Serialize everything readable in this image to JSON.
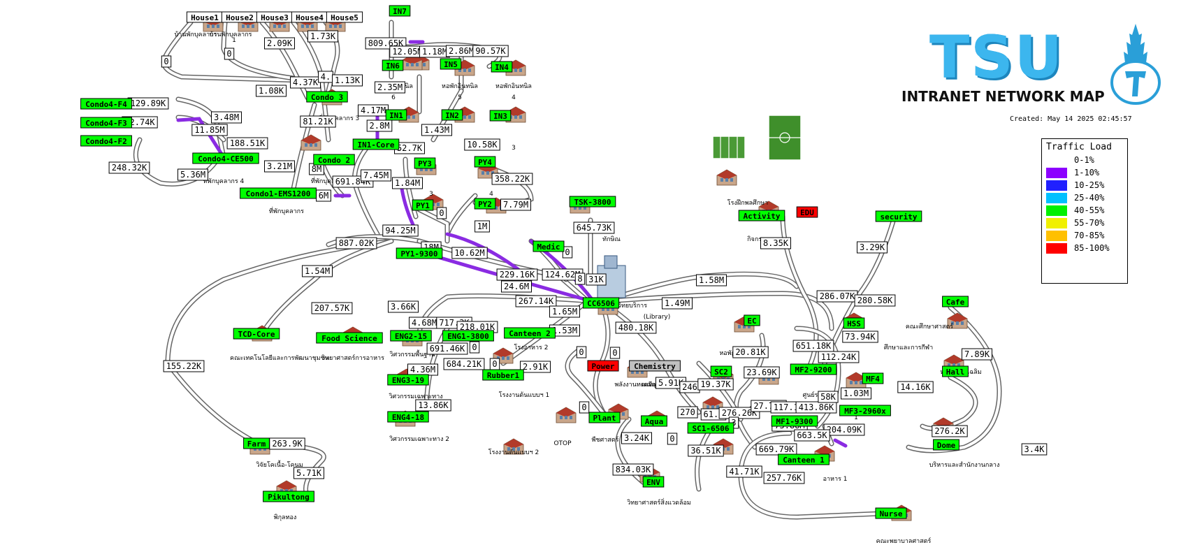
{
  "header": {
    "title": "TSU",
    "subtitle": "INTRANET NETWORK MAP",
    "created": "Created: May 14 2025 02:45:57"
  },
  "legend": {
    "title": "Traffic Load",
    "items": [
      {
        "label": "0-1%",
        "color": "#ffffff"
      },
      {
        "label": "1-10%",
        "color": "#8c00ff"
      },
      {
        "label": "10-25%",
        "color": "#2020ff"
      },
      {
        "label": "25-40%",
        "color": "#00c0ff"
      },
      {
        "label": "40-55%",
        "color": "#00f000"
      },
      {
        "label": "55-70%",
        "color": "#f0f000"
      },
      {
        "label": "70-85%",
        "color": "#ffc000"
      },
      {
        "label": "85-100%",
        "color": "#ff0000"
      }
    ]
  },
  "node_colors": {
    "ok": "#00ff00",
    "down": "#ff0000",
    "unknown": "#c0c0c0",
    "plain": "#ffffff"
  },
  "nodes": [
    {
      "label": "House1",
      "status": "plain"
    },
    {
      "label": "House2",
      "status": "plain"
    },
    {
      "label": "House3",
      "status": "plain"
    },
    {
      "label": "House4",
      "status": "plain"
    },
    {
      "label": "House5",
      "status": "plain"
    },
    {
      "label": "IN7",
      "status": "ok"
    },
    {
      "label": "IN6",
      "status": "ok"
    },
    {
      "label": "IN5",
      "status": "ok"
    },
    {
      "label": "IN4",
      "status": "ok"
    },
    {
      "label": "IN1",
      "status": "ok"
    },
    {
      "label": "IN2",
      "status": "ok"
    },
    {
      "label": "IN3",
      "status": "ok"
    },
    {
      "label": "IN1-Core",
      "status": "ok"
    },
    {
      "label": "Condo4-F4",
      "status": "ok"
    },
    {
      "label": "Condo4-F3",
      "status": "ok"
    },
    {
      "label": "Condo4-F2",
      "status": "ok"
    },
    {
      "label": "Condo4-CE500",
      "status": "ok"
    },
    {
      "label": "Condo 3",
      "status": "ok"
    },
    {
      "label": "Condo 2",
      "status": "ok"
    },
    {
      "label": "Condo1-EMS1200",
      "status": "ok"
    },
    {
      "label": "PY3",
      "status": "ok"
    },
    {
      "label": "PY4",
      "status": "ok"
    },
    {
      "label": "PY1",
      "status": "ok"
    },
    {
      "label": "PY2",
      "status": "ok"
    },
    {
      "label": "PY1-9300",
      "status": "ok"
    },
    {
      "label": "TSK-3800",
      "status": "ok"
    },
    {
      "label": "Medic",
      "status": "ok"
    },
    {
      "label": "CC6506",
      "status": "ok"
    },
    {
      "label": "Activity",
      "status": "ok"
    },
    {
      "label": "EDU",
      "status": "down"
    },
    {
      "label": "security",
      "status": "ok"
    },
    {
      "label": "TCD-Core",
      "status": "ok"
    },
    {
      "label": "Food Science",
      "status": "ok"
    },
    {
      "label": "ENG2-15",
      "status": "ok"
    },
    {
      "label": "ENG1-3800",
      "status": "ok"
    },
    {
      "label": "Canteen 2",
      "status": "ok"
    },
    {
      "label": "ENG3-19",
      "status": "ok"
    },
    {
      "label": "Rubber1",
      "status": "ok"
    },
    {
      "label": "ENG4-18",
      "status": "ok"
    },
    {
      "label": "Power",
      "status": "down"
    },
    {
      "label": "Chemistry",
      "status": "unknown"
    },
    {
      "label": "EC",
      "status": "ok"
    },
    {
      "label": "SC2",
      "status": "ok"
    },
    {
      "label": "MF2-9200",
      "status": "ok"
    },
    {
      "label": "HSS",
      "status": "ok"
    },
    {
      "label": "Cafe",
      "status": "ok"
    },
    {
      "label": "Hall",
      "status": "ok"
    },
    {
      "label": "MF4",
      "status": "ok"
    },
    {
      "label": "MF3-2960x",
      "status": "ok"
    },
    {
      "label": "Plant",
      "status": "ok"
    },
    {
      "label": "Aqua",
      "status": "ok"
    },
    {
      "label": "SC1-6506",
      "status": "ok"
    },
    {
      "label": "MF1-9300",
      "status": "ok"
    },
    {
      "label": "Canteen 1",
      "status": "ok"
    },
    {
      "label": "Dome",
      "status": "ok"
    },
    {
      "label": "ENV",
      "status": "ok"
    },
    {
      "label": "Farm",
      "status": "ok"
    },
    {
      "label": "Pikultong",
      "status": "ok"
    },
    {
      "label": "Nurse",
      "status": "ok"
    }
  ],
  "traffic_labels": [
    "0",
    "0",
    "2.09K",
    "1.73K",
    "809.65K",
    "12.05M",
    "1.18M",
    "2.86M",
    "90.57K",
    "4.37K",
    "4.",
    "1.13K",
    "1.08K",
    "2.35M",
    "129.89K",
    "3.48M",
    "92.74K",
    "11.85M",
    "188.51K",
    "4.17M",
    "2.8M",
    "1.43M",
    "81.21K",
    "52.7K",
    "10.58K",
    "248.32K",
    "3.21M",
    "8M",
    "5.36M",
    "691.84K",
    "7.45M",
    "1.84M",
    "358.22K",
    "6M",
    "0",
    "7.79M",
    "1M",
    "94.25M",
    "887.02K",
    "18M",
    "10.62M",
    "0",
    "645.73K",
    "1.54M",
    "229.16K",
    "124.62M",
    "8",
    "31K",
    "24.6M",
    "1.58M",
    "8.35K",
    "3.29K",
    "267.14K",
    "207.57K",
    "3.66K",
    "1.65M",
    "1.49M",
    "286.07K",
    "280.58K",
    "4.68M",
    "717.3K",
    "218.01K",
    "480.18K",
    "1.53M",
    "73.94K",
    "691.46K",
    "0",
    "0",
    "0",
    "651.18K",
    "112.24K",
    "7.89K",
    "20.81K",
    "4.36M",
    "684.21K",
    "0",
    "2.91K",
    "155.22K",
    "0",
    "5.91K",
    "246",
    "19.37K",
    "23.69K",
    "14.16K",
    "13.86K",
    "0",
    "270",
    "61.7",
    "276.26K",
    "27.71K",
    "117.16K",
    "413.86K",
    "58K",
    "1.03M",
    "204.09K",
    "263.9K",
    "3.24K",
    "0",
    "3",
    "75.88M",
    "663.5K",
    "276.2K",
    "36.51K",
    "669.79K",
    "3.4K",
    "5.71K",
    "834.03K",
    "41.71K",
    "257.76K"
  ],
  "captions": [
    "บ้านพักบุคลากร",
    "บ้านพักบุคลากร",
    "1",
    "6",
    "5",
    "4",
    "หอพักอินทนิล",
    "หอพักอินทนิล",
    "หอพักอินทนิล",
    "3",
    "ที่พักบุคลากร 4",
    "ที่พักบุคลากร 3",
    "ที่พักบุคลากร",
    "ที่พักบุคลากร",
    "3",
    "4",
    "2",
    "ทักษิณ",
    "โรงฝึกพลศึกษา",
    "กิจกรรม",
    "คณะเทคโนโลยีและการพัฒนาชุมชน",
    "วิทยาศาสตร์การอาหาร",
    "วิศวกรรมพื้นฐาน",
    "โรงอาหาร 2",
    "วิศวกรรมเฉพาะทาง",
    "โรงงานต้นแบบฯ 1",
    "วิศวกรรมเฉพาะทาง 2",
    "โรงงานต้นแบบฯ 2",
    "OTOP",
    "พลังงานทดแทน",
    "เคมีอุตสาหกรรม",
    "(Library)",
    "อาคาร",
    "คณะศึกษาศาสตร์",
    "ศึกษาและการกีฬา",
    "หอประชุมเฉลิม",
    "ศูนย์รวม",
    "2",
    "1",
    "พืชศาสตร์",
    "บริหารและสำนักงานกลาง",
    "วิทยาศาสตร์สิ่งแวดล้อม",
    "วิจัยโคเนื้อ-โคนม",
    "พิกุลทอง",
    "คณะพยาบาลศาสตร์",
    "อาหาร 1",
    "หอพัก 1",
    "วิทยบริการ"
  ]
}
